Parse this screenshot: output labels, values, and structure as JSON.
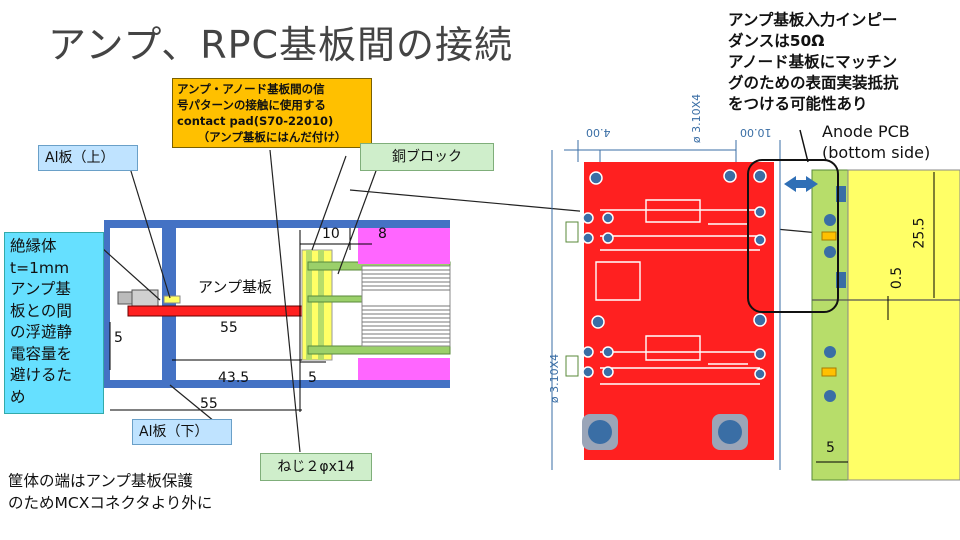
{
  "title": "アンプ、RPC基板間の接続",
  "notes": {
    "impedance": [
      "アンプ基板入力インピー",
      "ダンスは50Ω",
      "アノード基板にマッチン",
      "グのための表面実装抵抗",
      "をつける可能性あり"
    ],
    "contact_pad": [
      "アンプ・アノード基板間の信",
      "号パターンの接触に使用する",
      "contact pad(S70-22010)",
      "（アンプ基板にはんだ付け）"
    ],
    "anode_pcb": [
      "Anode PCB",
      "(bottom side)"
    ],
    "housing": [
      "筐体の端はアンプ基板保護",
      "のためMCXコネクタより外に"
    ],
    "insulator": [
      "絶縁体",
      "t=1mm",
      "アンプ基",
      "板との間",
      "の浮遊静",
      "電容量を",
      "避けるた",
      "め"
    ]
  },
  "labels": {
    "al_top": "Al板（上）",
    "al_bottom": "Al板（下）",
    "copper_block": "銅ブロック",
    "screw": "ねじ２φx14",
    "amp_board": "アンプ基板"
  },
  "dimensions": {
    "d10": "10",
    "d8": "8",
    "d55a": "55",
    "d5a": "5",
    "d43_5": "43.5",
    "d5b": "5",
    "d55b": "55",
    "d25_5": "25.5",
    "d0_5": "0.5",
    "d5c": "5",
    "hole_a": "ø 3.10X4",
    "hole_b": "ø 3.10X4",
    "pcb_dim_a": "4.00",
    "pcb_dim_b": "10.00"
  },
  "colors": {
    "pcb_red": "#ff2020",
    "al_blue": "#4472c4",
    "copper_green": "#b7dd6a",
    "magenta": "#ff66ff",
    "yellow": "#ffff66",
    "callout_orange": "#ffc000"
  }
}
